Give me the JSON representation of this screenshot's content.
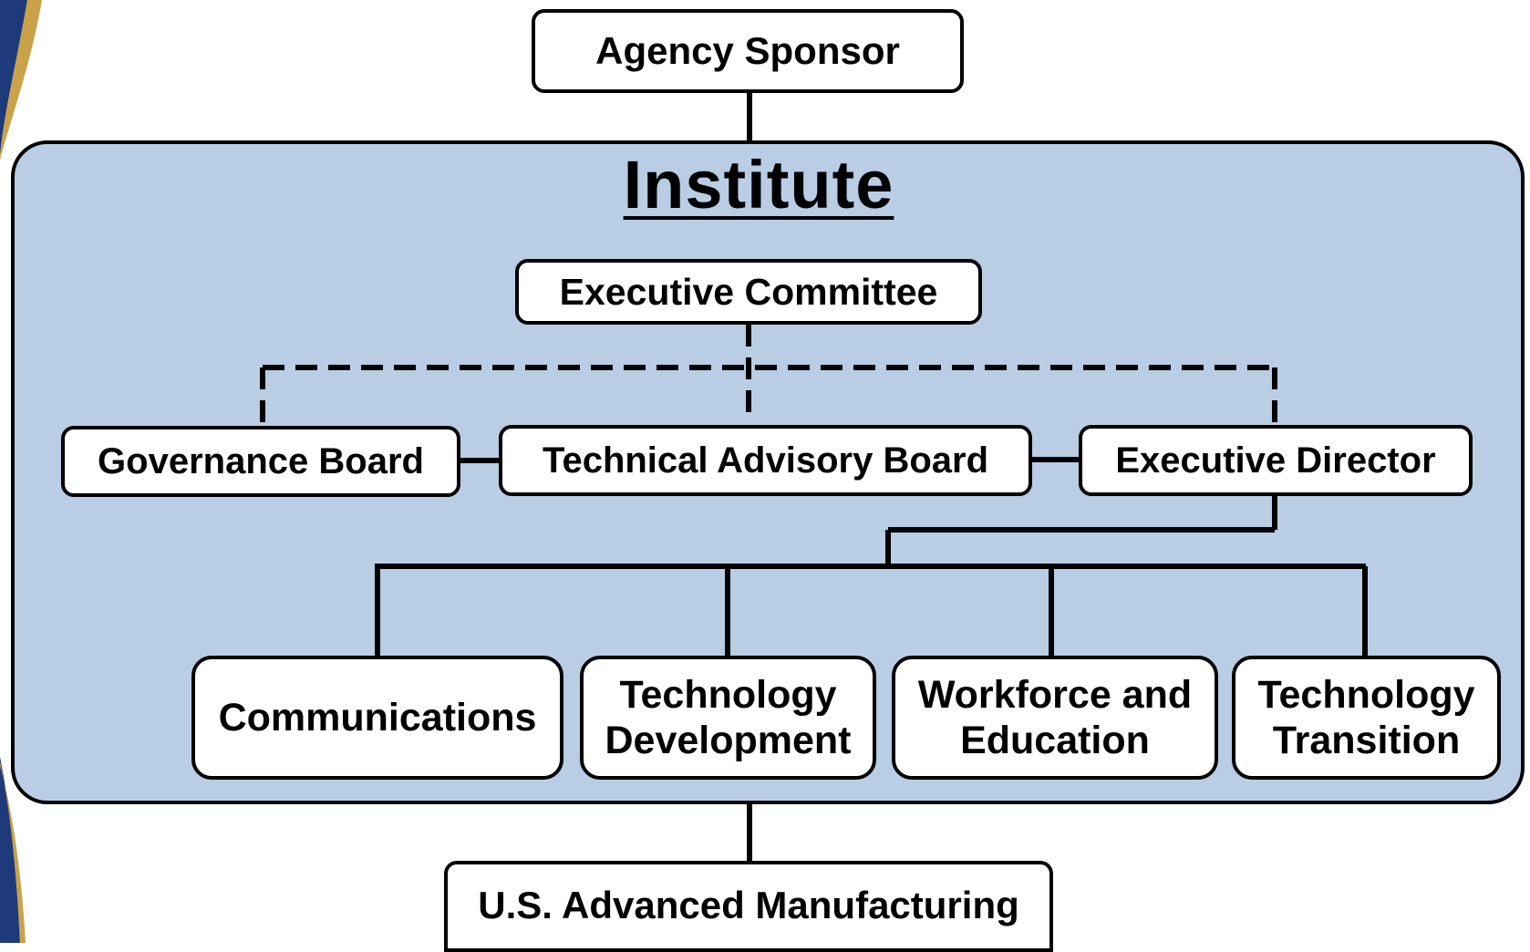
{
  "diagram": {
    "top": {
      "agency_sponsor": "Agency Sponsor"
    },
    "institute": {
      "title": "Institute",
      "executive_committee": "Executive Committee",
      "governance_board": "Governance Board",
      "technical_advisory_board": "Technical Advisory Board",
      "executive_director": "Executive Director",
      "departments": [
        {
          "line1": "Communications",
          "line2": ""
        },
        {
          "line1": "Technology",
          "line2": "Development"
        },
        {
          "line1": "Workforce and",
          "line2": "Education"
        },
        {
          "line1": "Technology",
          "line2": "Transition"
        }
      ]
    },
    "bottom": {
      "us_advanced_manufacturing": "U.S. Advanced Manufacturing"
    }
  },
  "colors": {
    "panel_fill": "#b9cde5",
    "box_fill": "#ffffff",
    "stroke": "#000000",
    "swoosh_navy": "#1f3a7a",
    "swoosh_gold": "#c9a24a"
  },
  "connections": [
    {
      "from": "Agency Sponsor",
      "to": "Institute",
      "style": "solid"
    },
    {
      "from": "Executive Committee",
      "to": "Governance Board",
      "style": "dashed"
    },
    {
      "from": "Executive Committee",
      "to": "Technical Advisory Board",
      "style": "dashed"
    },
    {
      "from": "Executive Committee",
      "to": "Executive Director",
      "style": "dashed"
    },
    {
      "from": "Governance Board",
      "to": "Technical Advisory Board",
      "style": "solid"
    },
    {
      "from": "Technical Advisory Board",
      "to": "Executive Director",
      "style": "solid"
    },
    {
      "from": "Executive Director",
      "to": "Communications",
      "style": "solid"
    },
    {
      "from": "Executive Director",
      "to": "Technology Development",
      "style": "solid"
    },
    {
      "from": "Executive Director",
      "to": "Workforce and Education",
      "style": "solid"
    },
    {
      "from": "Executive Director",
      "to": "Technology Transition",
      "style": "solid"
    },
    {
      "from": "Institute",
      "to": "U.S. Advanced Manufacturing",
      "style": "solid"
    }
  ]
}
